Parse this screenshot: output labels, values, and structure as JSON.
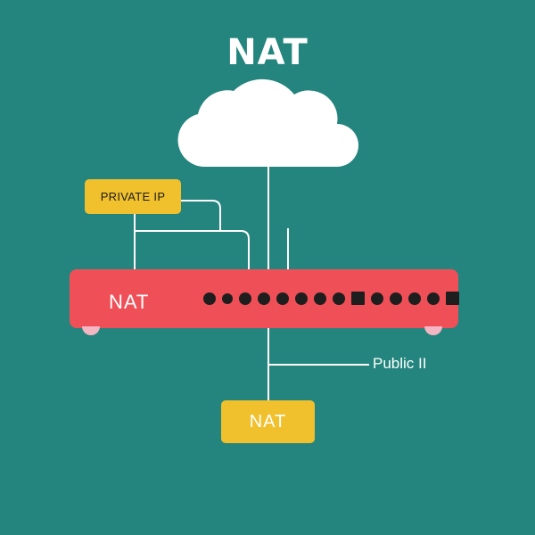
{
  "diagram": {
    "title": "NAT",
    "private_ip_label": "PRIVATE IP",
    "router_label": "NAT",
    "public_label": "Public II",
    "bottom_box_label": "NAT",
    "ports": [
      "dot",
      "dot",
      "dot",
      "dot",
      "dot",
      "dot",
      "dot",
      "dot",
      "square",
      "dot",
      "dot",
      "dot",
      "dot",
      "square"
    ],
    "colors": {
      "background": "#23857d",
      "router": "#ef5058",
      "label_box": "#f1c12d",
      "cloud": "#ffffff",
      "port": "#1e1e1e"
    },
    "icons": {
      "cloud": "cloud-icon",
      "router": "router-icon"
    }
  }
}
